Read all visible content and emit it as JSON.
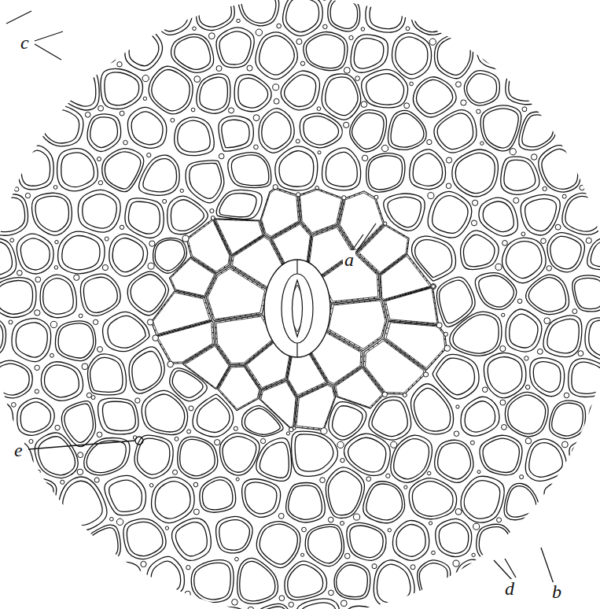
{
  "diagram": {
    "labels": [
      "c",
      "a",
      "e",
      "d",
      "b"
    ]
  }
}
